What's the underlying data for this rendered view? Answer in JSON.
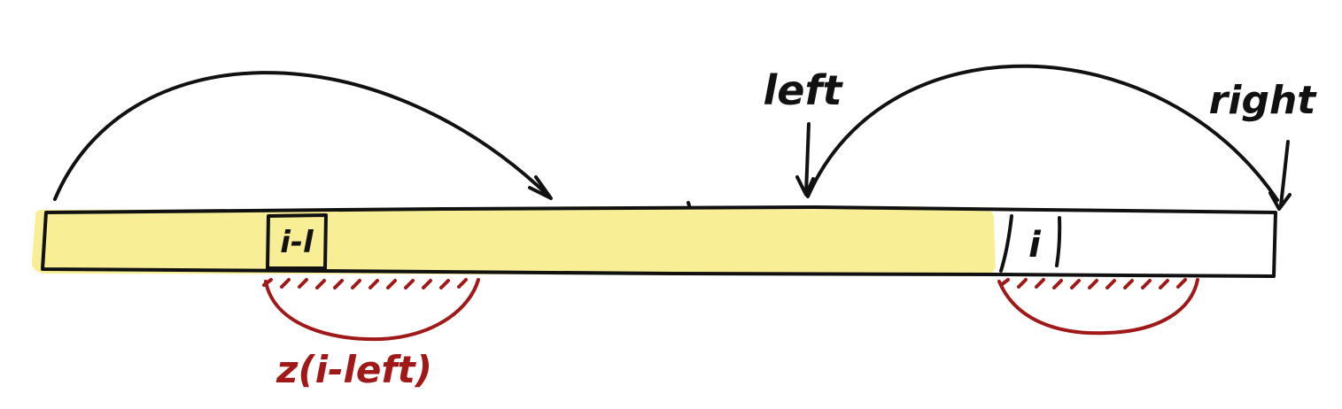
{
  "diagram": {
    "labels": {
      "cell_i_minus_l": "i-l",
      "cell_i": "i",
      "left_pointer": "left",
      "right_pointer": "right",
      "z_value": "z(i-left)"
    },
    "colors": {
      "highlight": "#f7ec8a",
      "ink": "#111111",
      "red_ink": "#a01818",
      "background": "#ffffff"
    }
  }
}
